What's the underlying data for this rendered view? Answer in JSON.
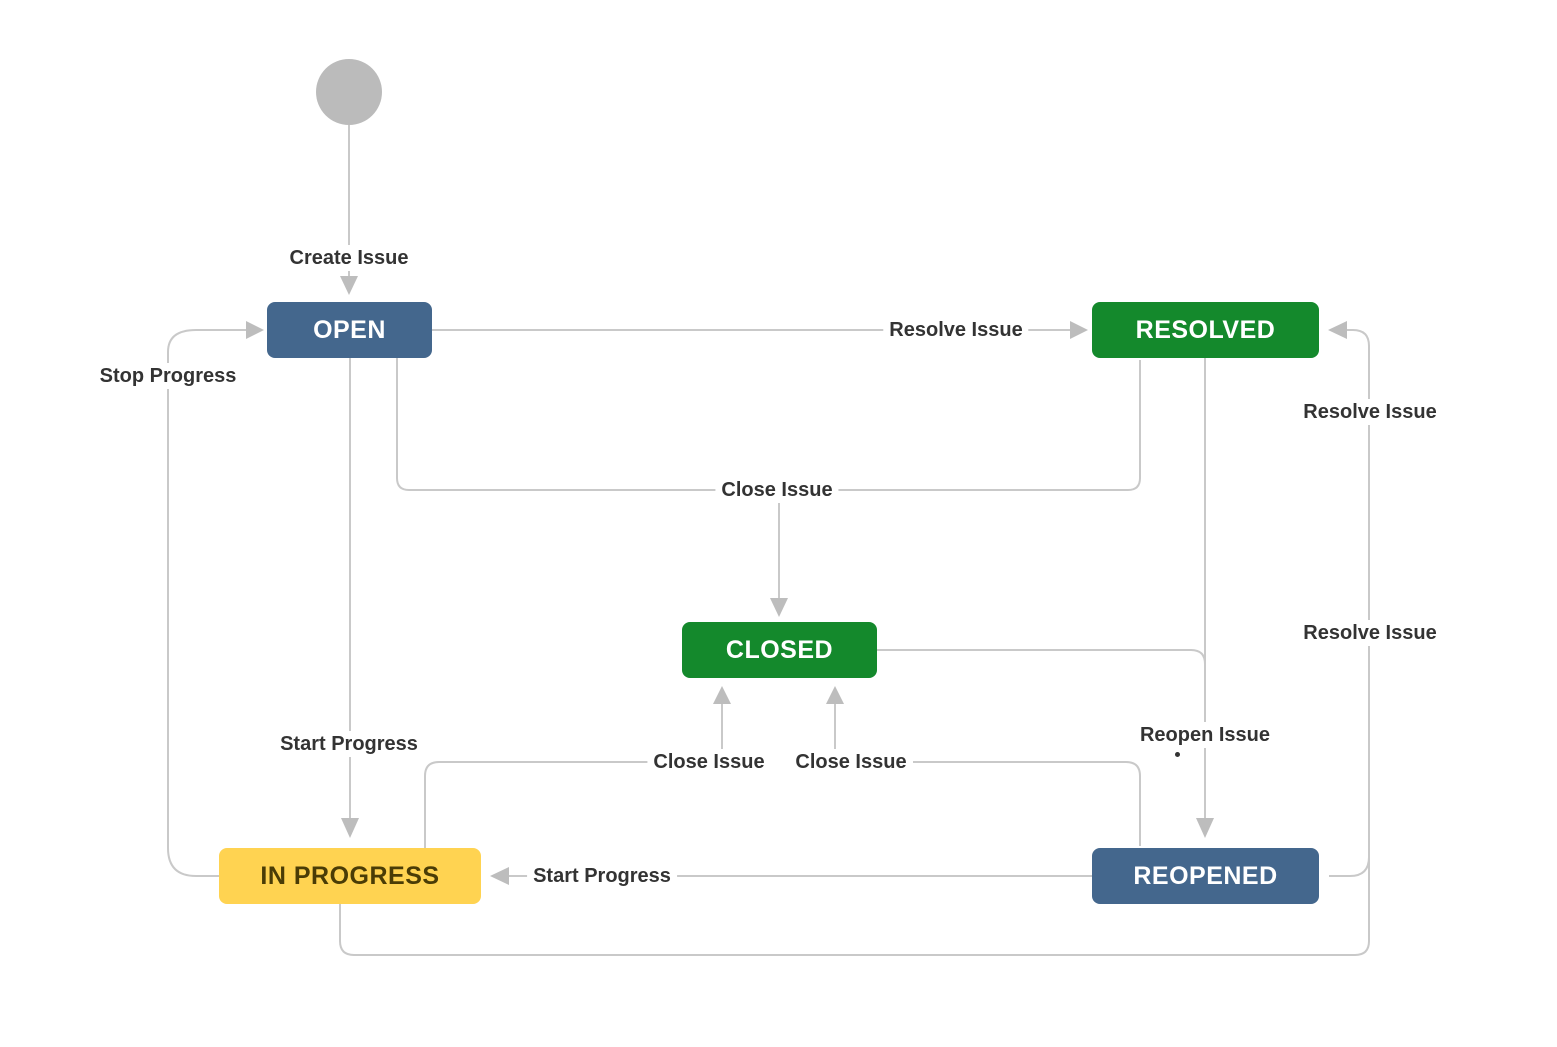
{
  "diagram": {
    "background": "#FFFFFF",
    "line_color": "#C9C9C9",
    "arrow_color": "#BDBDBD",
    "label_text_color": "#333333",
    "start_node": {
      "shape": "circle",
      "color": "#BBBBBB"
    },
    "nodes": {
      "open": {
        "label": "OPEN",
        "color": "#44678D",
        "text_color": "#FFFFFF"
      },
      "resolved": {
        "label": "RESOLVED",
        "color": "#14892C",
        "text_color": "#FFFFFF"
      },
      "closed": {
        "label": "CLOSED",
        "color": "#14892C",
        "text_color": "#FFFFFF"
      },
      "in_progress": {
        "label": "IN PROGRESS",
        "color": "#FFD351",
        "text_color": "#4A3C06"
      },
      "reopened": {
        "label": "REOPENED",
        "color": "#44678D",
        "text_color": "#FFFFFF"
      }
    },
    "transitions": {
      "create_issue": {
        "label": "Create Issue"
      },
      "resolve_issue_open_to_resolved": {
        "label": "Resolve Issue"
      },
      "stop_progress": {
        "label": "Stop Progress"
      },
      "close_issue_to_closed": {
        "label": "Close Issue"
      },
      "start_progress_from_open": {
        "label": "Start Progress"
      },
      "close_issue_from_in_progress": {
        "label": "Close Issue"
      },
      "close_issue_from_reopened": {
        "label": "Close Issue"
      },
      "reopen_issue": {
        "label": "Reopen Issue",
        "dot": "."
      },
      "resolve_issue_right_upper": {
        "label": "Resolve Issue"
      },
      "resolve_issue_right_lower": {
        "label": "Resolve Issue"
      },
      "start_progress_from_reopened": {
        "label": "Start Progress"
      }
    }
  }
}
